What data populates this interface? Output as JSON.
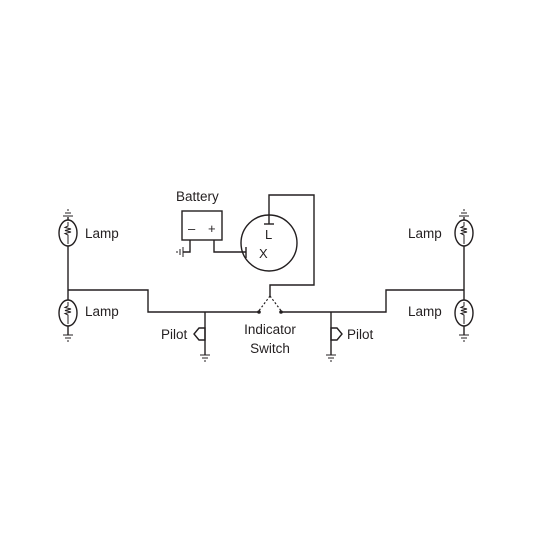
{
  "labels": {
    "battery": "Battery",
    "battery_minus": "–",
    "battery_plus": "+",
    "flasher_l": "L",
    "flasher_x": "X",
    "lamp_left_top": "Lamp",
    "lamp_left_bottom": "Lamp",
    "lamp_right_top": "Lamp",
    "lamp_right_bottom": "Lamp",
    "pilot_left": "Pilot",
    "pilot_right": "Pilot",
    "indicator_line1": "Indicator",
    "indicator_line2": "Switch"
  },
  "colors": {
    "ink": "#231f20",
    "background": "#ffffff"
  }
}
